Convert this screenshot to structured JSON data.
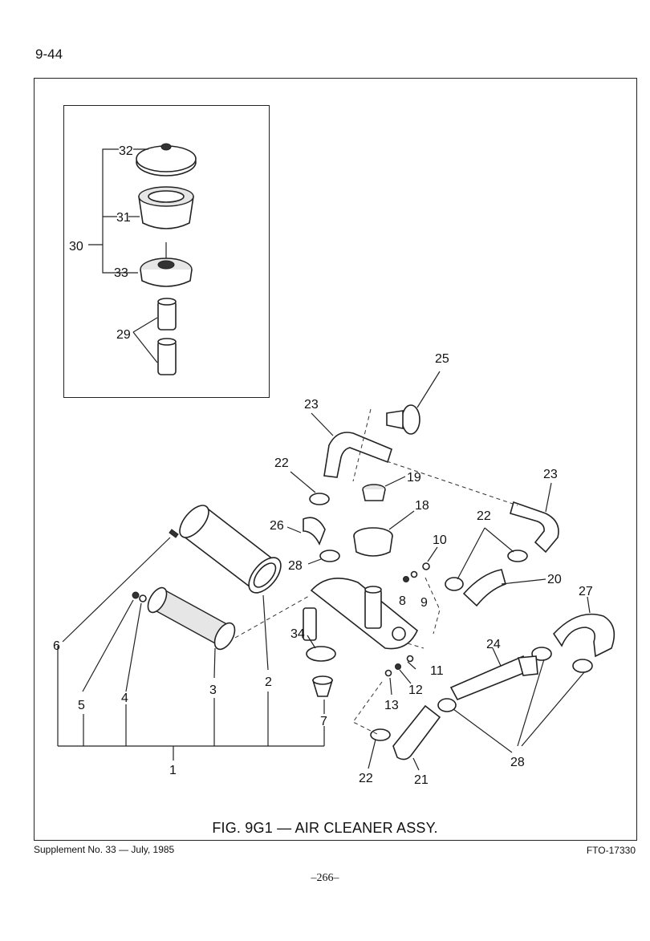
{
  "page": {
    "number": "9-44",
    "figure_title": "FIG. 9G1 — AIR CLEANER ASSY.",
    "supplement": "Supplement No. 33 — July, 1985",
    "figure_code": "FTO-17330",
    "footer_page": "–266–"
  },
  "callouts": {
    "c1": "1",
    "c2": "2",
    "c3": "3",
    "c4": "4",
    "c5": "5",
    "c6": "6",
    "c7": "7",
    "c8": "8",
    "c9": "9",
    "c10": "10",
    "c11": "11",
    "c12": "12",
    "c13": "13",
    "c18": "18",
    "c19": "19",
    "c20": "20",
    "c21": "21",
    "c22a": "22",
    "c22b": "22",
    "c22c": "22",
    "c23a": "23",
    "c23b": "23",
    "c24": "24",
    "c25": "25",
    "c26": "26",
    "c27": "27",
    "c28a": "28",
    "c28b": "28",
    "c29": "29",
    "c30": "30",
    "c31": "31",
    "c32": "32",
    "c33": "33",
    "c34": "34"
  }
}
